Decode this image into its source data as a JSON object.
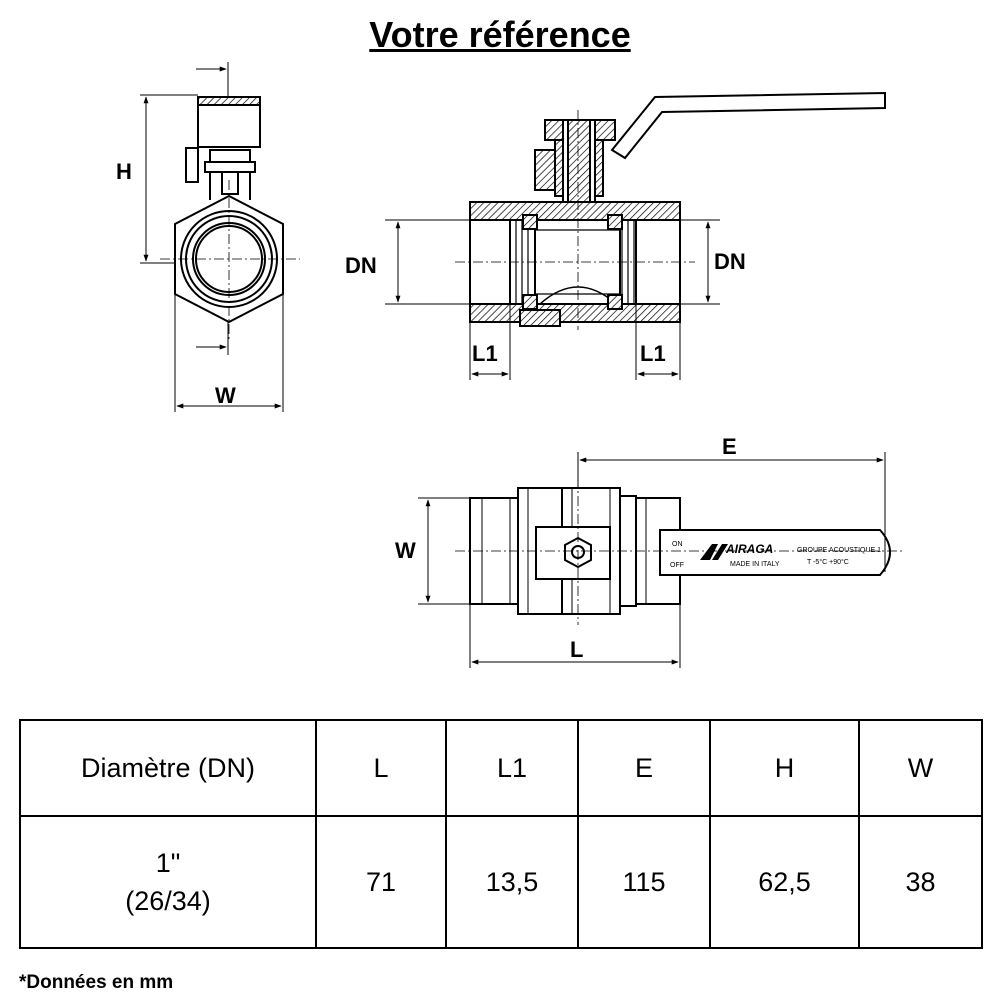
{
  "title": "Votre référence",
  "drawing_labels": {
    "front_height": "H",
    "front_width": "W",
    "section_dn_left": "DN",
    "section_dn_right": "DN",
    "section_l1_left": "L1",
    "section_l1_right": "L1",
    "top_width": "W",
    "top_length": "L",
    "top_handle": "E"
  },
  "handle_marking": {
    "on": "ON",
    "off": "OFF",
    "brand": "AIRAGA",
    "line1": "GROUPE ACOUSTIQUE 1",
    "line2": "MADE IN ITALY",
    "line3": "T -5°C +90°C"
  },
  "table": {
    "headers": [
      "Diamètre (DN)",
      "L",
      "L1",
      "E",
      "H",
      "W"
    ],
    "row": {
      "dn_line1": "1\"",
      "dn_line2": "(26/34)",
      "values": [
        "71",
        "13,5",
        "115",
        "62,5",
        "38"
      ]
    }
  },
  "footnote": "*Données en mm"
}
